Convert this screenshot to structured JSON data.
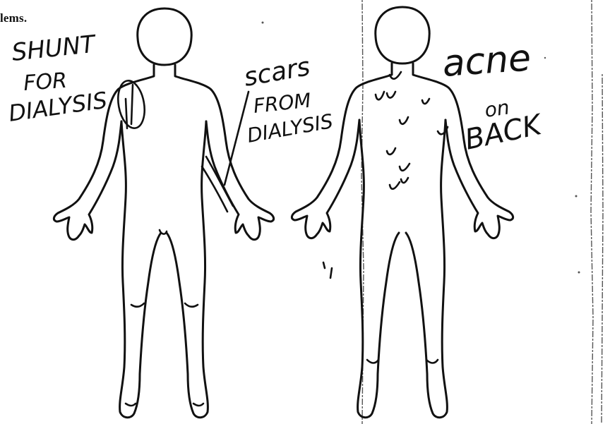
{
  "printed_fragment": "lems.",
  "annotations": {
    "front": {
      "label_1": "SHUNT",
      "label_2": "FOR",
      "label_3": "DIALYSIS",
      "label_4": "scars",
      "label_5": "FROM",
      "label_6": "DIALYSIS"
    },
    "back": {
      "label_1": "acne",
      "label_2": "on",
      "label_3": "BACK"
    }
  },
  "colors": {
    "ink": "#111111",
    "paper": "#ffffff"
  }
}
